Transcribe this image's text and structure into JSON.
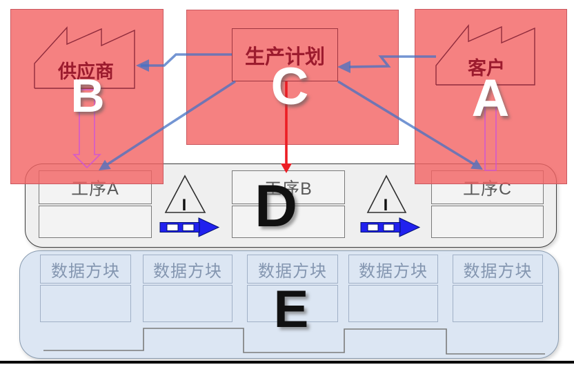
{
  "diagram": {
    "supplier": {
      "label": "供应商",
      "letter": "B"
    },
    "production_plan": {
      "label": "生产计划",
      "letter": "C"
    },
    "customer": {
      "label": "客户",
      "letter": "A"
    },
    "process_band": {
      "letter": "D",
      "inventory_symbol": "I",
      "processes": [
        {
          "label": "工序A"
        },
        {
          "label": "工序B"
        },
        {
          "label": "工序C"
        }
      ]
    },
    "data_band": {
      "letter": "E",
      "boxes": [
        {
          "label": "数据方块"
        },
        {
          "label": "数据方块"
        },
        {
          "label": "数据方块"
        },
        {
          "label": "数据方块"
        },
        {
          "label": "数据方块"
        }
      ]
    }
  },
  "colors": {
    "node_fill": "#F47F7F",
    "node_border": "#C9575F",
    "node_text": "#9C1B2E",
    "info_flow_blue": "#4472C4",
    "material_push_blue": "#2121EE",
    "schedule_arrow_red": "#EC1D24",
    "shipment_arrow_violet": "#CD52DA",
    "process_band_fill": "#EFEFEF",
    "data_band_fill": "#DCE6F3",
    "process_text": "#595959",
    "data_text": "#8496B0"
  }
}
